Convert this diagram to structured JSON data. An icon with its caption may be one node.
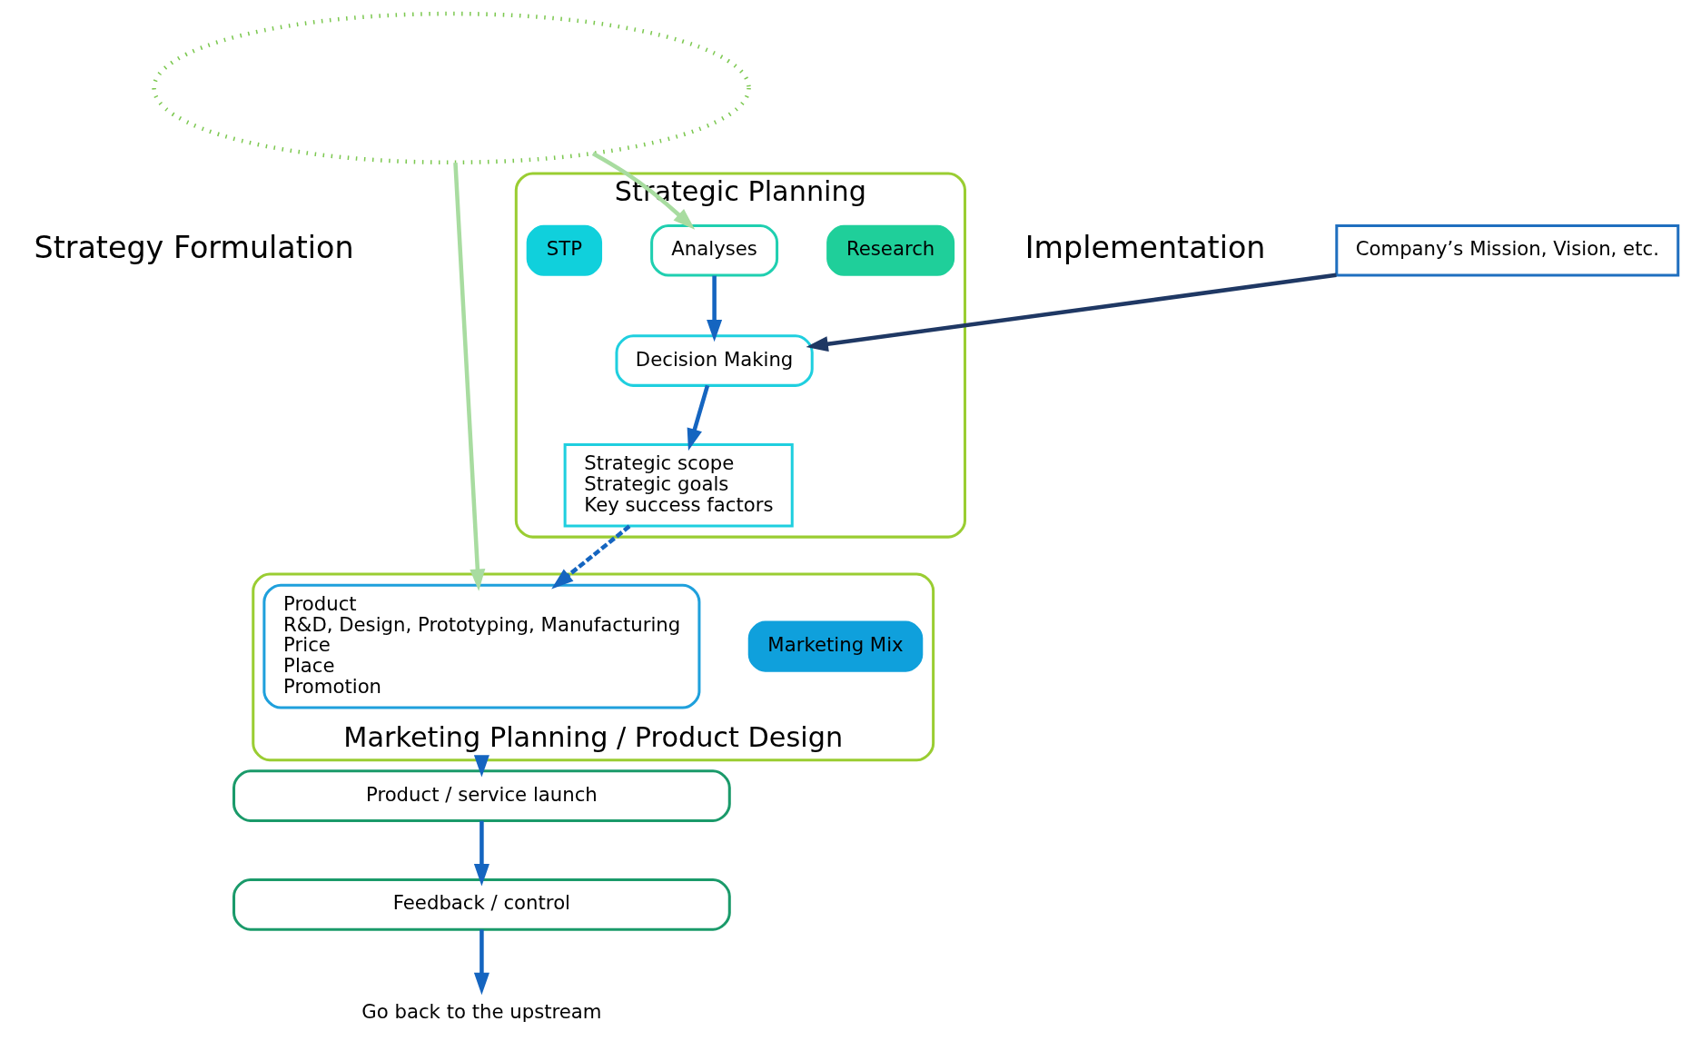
{
  "diagram": {
    "nodes": [
      {
        "text": [],
        "shape": "cloud"
      },
      {
        "text": [
          "Company’s Mission, Vision, etc."
        ]
      },
      {
        "text": [
          "Strategic Planning"
        ]
      },
      {
        "text": [
          "Research"
        ],
        "in": 2
      },
      {
        "text": [
          "Analyses"
        ],
        "in": 2
      },
      {
        "text": [
          "Decision Making"
        ],
        "in": 2
      },
      {
        "text": [
          "STP"
        ],
        "in": 2
      },
      {
        "text": [
          "Strategic scope",
          "Strategic goals",
          "Key success factors"
        ],
        "in": 2
      },
      {
        "text": [
          "Marketing Planning / Product Design"
        ]
      },
      {
        "text": [
          "Marketing Mix"
        ],
        "in": 8
      },
      {
        "text": [
          "Product",
          "R&D, Design, Prototyping, Manufacturing",
          "Price",
          "Place",
          "Promotion"
        ],
        "in": 8
      },
      {
        "text": [
          "Product / service launch"
        ]
      },
      {
        "text": [
          "Feedback / control"
        ]
      },
      {
        "text": [
          "Go back to the upstream"
        ]
      }
    ],
    "edges": [
      {
        "from": 0,
        "to": 4,
        "arrow": "to",
        "color": "#a8dca0"
      },
      {
        "from": 0,
        "to": 10,
        "arrow": "to",
        "color": "#a8dca0"
      },
      {
        "from": 1,
        "to": 5,
        "arrow": "to",
        "color": "#1f3864"
      },
      {
        "from": 4,
        "to": 5,
        "arrow": "to"
      },
      {
        "from": 5,
        "to": 7,
        "arrow": "to"
      },
      {
        "from": 7,
        "to": 10,
        "arrow": "to",
        "style": "dashed"
      },
      {
        "from": 8,
        "to": 11,
        "arrow": "to"
      },
      {
        "from": 11,
        "to": 12,
        "arrow": "to"
      },
      {
        "from": 12,
        "to": 13,
        "arrow": "to"
      }
    ],
    "labels": [
      "Strategy Formulation",
      "Implementation"
    ]
  }
}
